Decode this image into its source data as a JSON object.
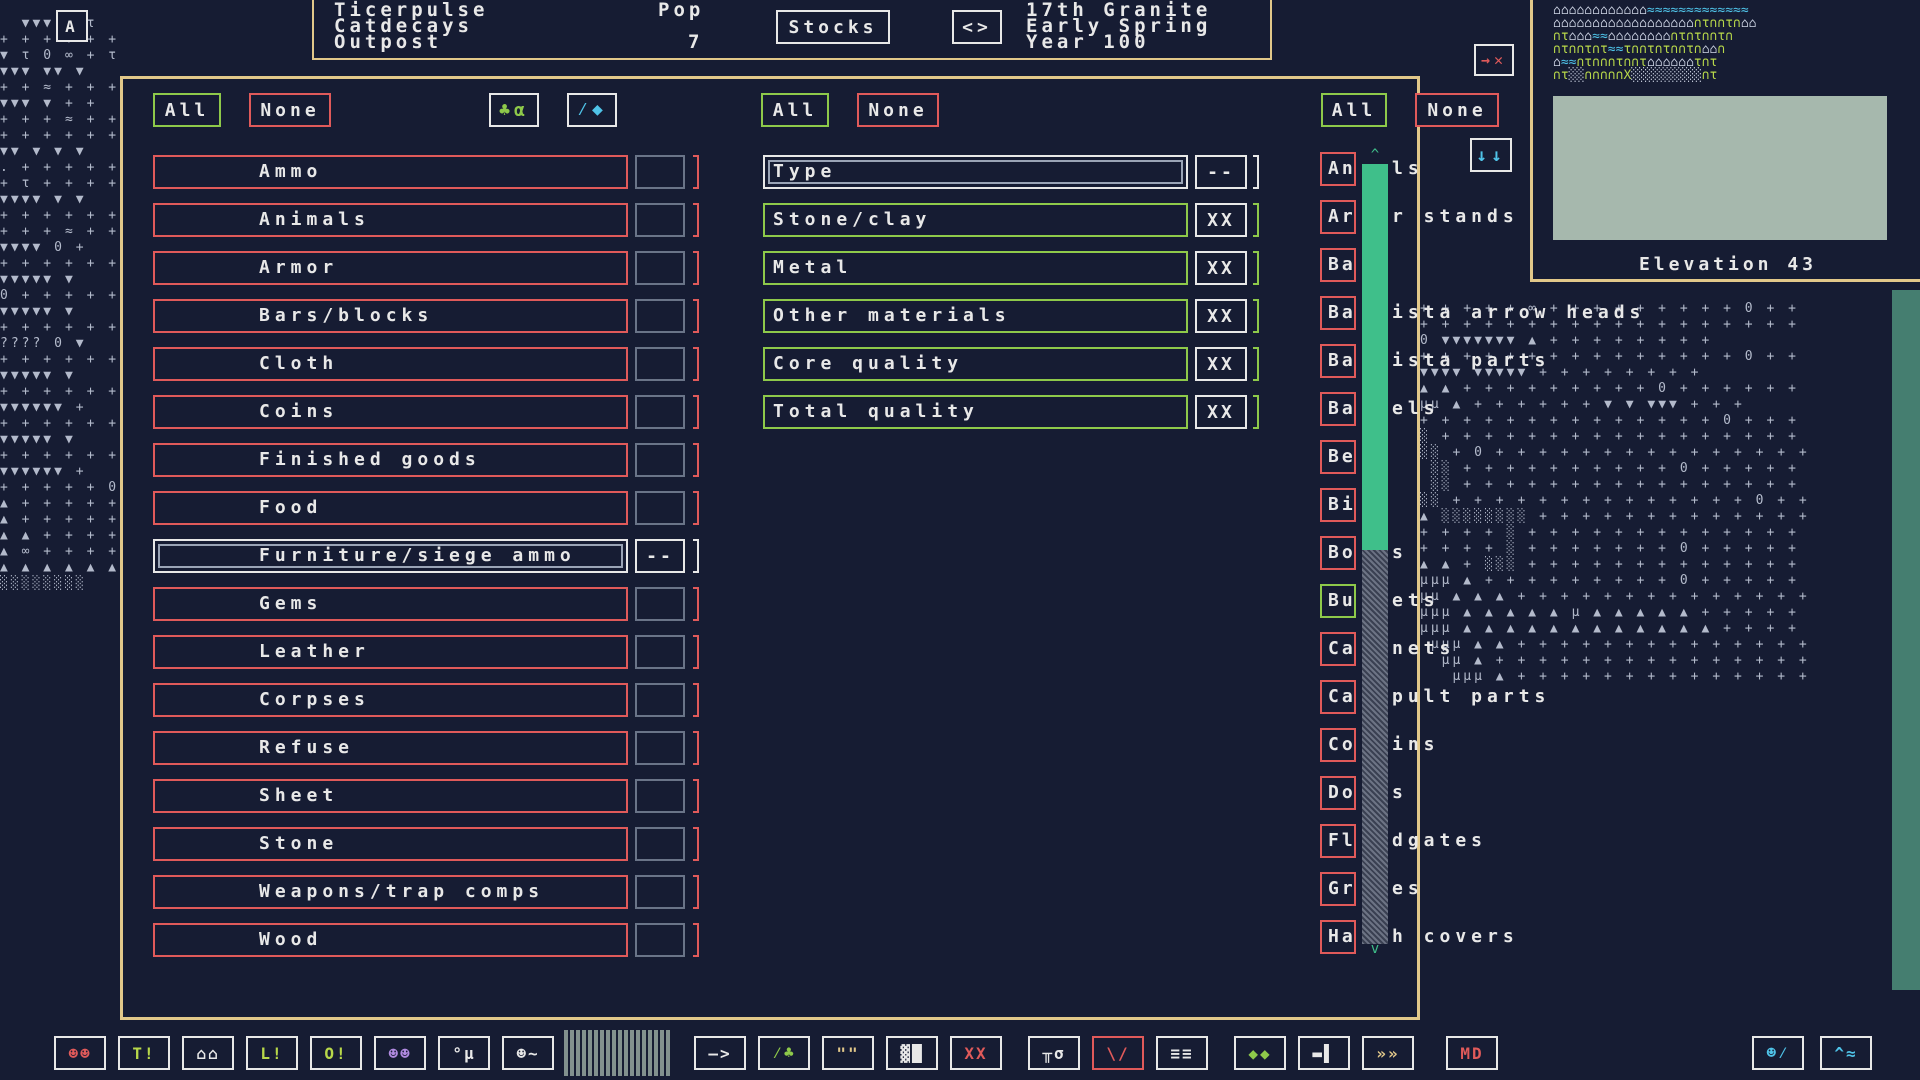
{
  "header": {
    "fort_name": "Ticerpulse",
    "civ_name": "Catdecays",
    "site_type": "Outpost",
    "pop_label": "Pop",
    "pop_value": "7",
    "stocks_label": "Stocks",
    "nav_label": "<>",
    "date_line1": "17th Granite",
    "date_line2": "Early Spring",
    "date_line3": "Year 100",
    "top_left_key": "A"
  },
  "categories_panel": {
    "all_label": "All",
    "none_label": "None",
    "filter_btn1": "♣α",
    "filter_btn2": "⁄◆",
    "items": [
      {
        "label": "Ammo",
        "check": ""
      },
      {
        "label": "Animals",
        "check": ""
      },
      {
        "label": "Armor",
        "check": ""
      },
      {
        "label": "Bars/blocks",
        "check": ""
      },
      {
        "label": "Cloth",
        "check": ""
      },
      {
        "label": "Coins",
        "check": ""
      },
      {
        "label": "Finished goods",
        "check": ""
      },
      {
        "label": "Food",
        "check": ""
      },
      {
        "label": "Furniture/siege ammo",
        "check": "--"
      },
      {
        "label": "Gems",
        "check": ""
      },
      {
        "label": "Leather",
        "check": ""
      },
      {
        "label": "Corpses",
        "check": ""
      },
      {
        "label": "Refuse",
        "check": ""
      },
      {
        "label": "Sheet",
        "check": ""
      },
      {
        "label": "Stone",
        "check": ""
      },
      {
        "label": "Weapons/trap comps",
        "check": ""
      },
      {
        "label": "Wood",
        "check": ""
      }
    ]
  },
  "filters_panel": {
    "all_label": "All",
    "none_label": "None",
    "items": [
      {
        "label": "Type",
        "check": "--"
      },
      {
        "label": "Stone/clay",
        "check": "XX"
      },
      {
        "label": "Metal",
        "check": "XX"
      },
      {
        "label": "Other materials",
        "check": "XX"
      },
      {
        "label": "Core quality",
        "check": "XX"
      },
      {
        "label": "Total quality",
        "check": "XX"
      }
    ]
  },
  "items_panel": {
    "all_label": "All",
    "none_label": "None",
    "sort_label": "↓↓",
    "items": [
      {
        "box": "An",
        "rest": "ls"
      },
      {
        "box": "Ar",
        "rest": "r stands"
      },
      {
        "box": "Ba",
        "rest": ""
      },
      {
        "box": "Ba",
        "rest": "ista arrow heads"
      },
      {
        "box": "Ba",
        "rest": "ista parts"
      },
      {
        "box": "Ba",
        "rest": "els"
      },
      {
        "box": "Be",
        "rest": ""
      },
      {
        "box": "Bi",
        "rest": ""
      },
      {
        "box": "Bo",
        "rest": "s"
      },
      {
        "box": "Bu",
        "rest": "ets"
      },
      {
        "box": "Ca",
        "rest": "nets"
      },
      {
        "box": "Ca",
        "rest": "pult parts"
      },
      {
        "box": "Co",
        "rest": "ins"
      },
      {
        "box": "Do",
        "rest": "s"
      },
      {
        "box": "Fl",
        "rest": "dgates"
      },
      {
        "box": "Gr",
        "rest": "es"
      },
      {
        "box": "Ha",
        "rest": "h covers"
      }
    ]
  },
  "minimap": {
    "elevation_label": "Elevation 43"
  },
  "toolbar": {
    "buttons": [
      "☻☻",
      "T!",
      "⌂⌂",
      "L!",
      "O!",
      "☻☻",
      "°µ",
      "☻~",
      "—>",
      "⁄♣",
      "\"\"",
      "▓█",
      "XX",
      "╥σ",
      "\\/",
      "≡≡",
      "◆◆",
      "▬▌",
      "»»",
      "MD",
      "☻⁄",
      "^≈"
    ]
  },
  "colors": {
    "accent_gold": "#e2c88a",
    "green": "#8ec94a",
    "red": "#e05a5a",
    "scroll_green": "#3fbf8a"
  }
}
